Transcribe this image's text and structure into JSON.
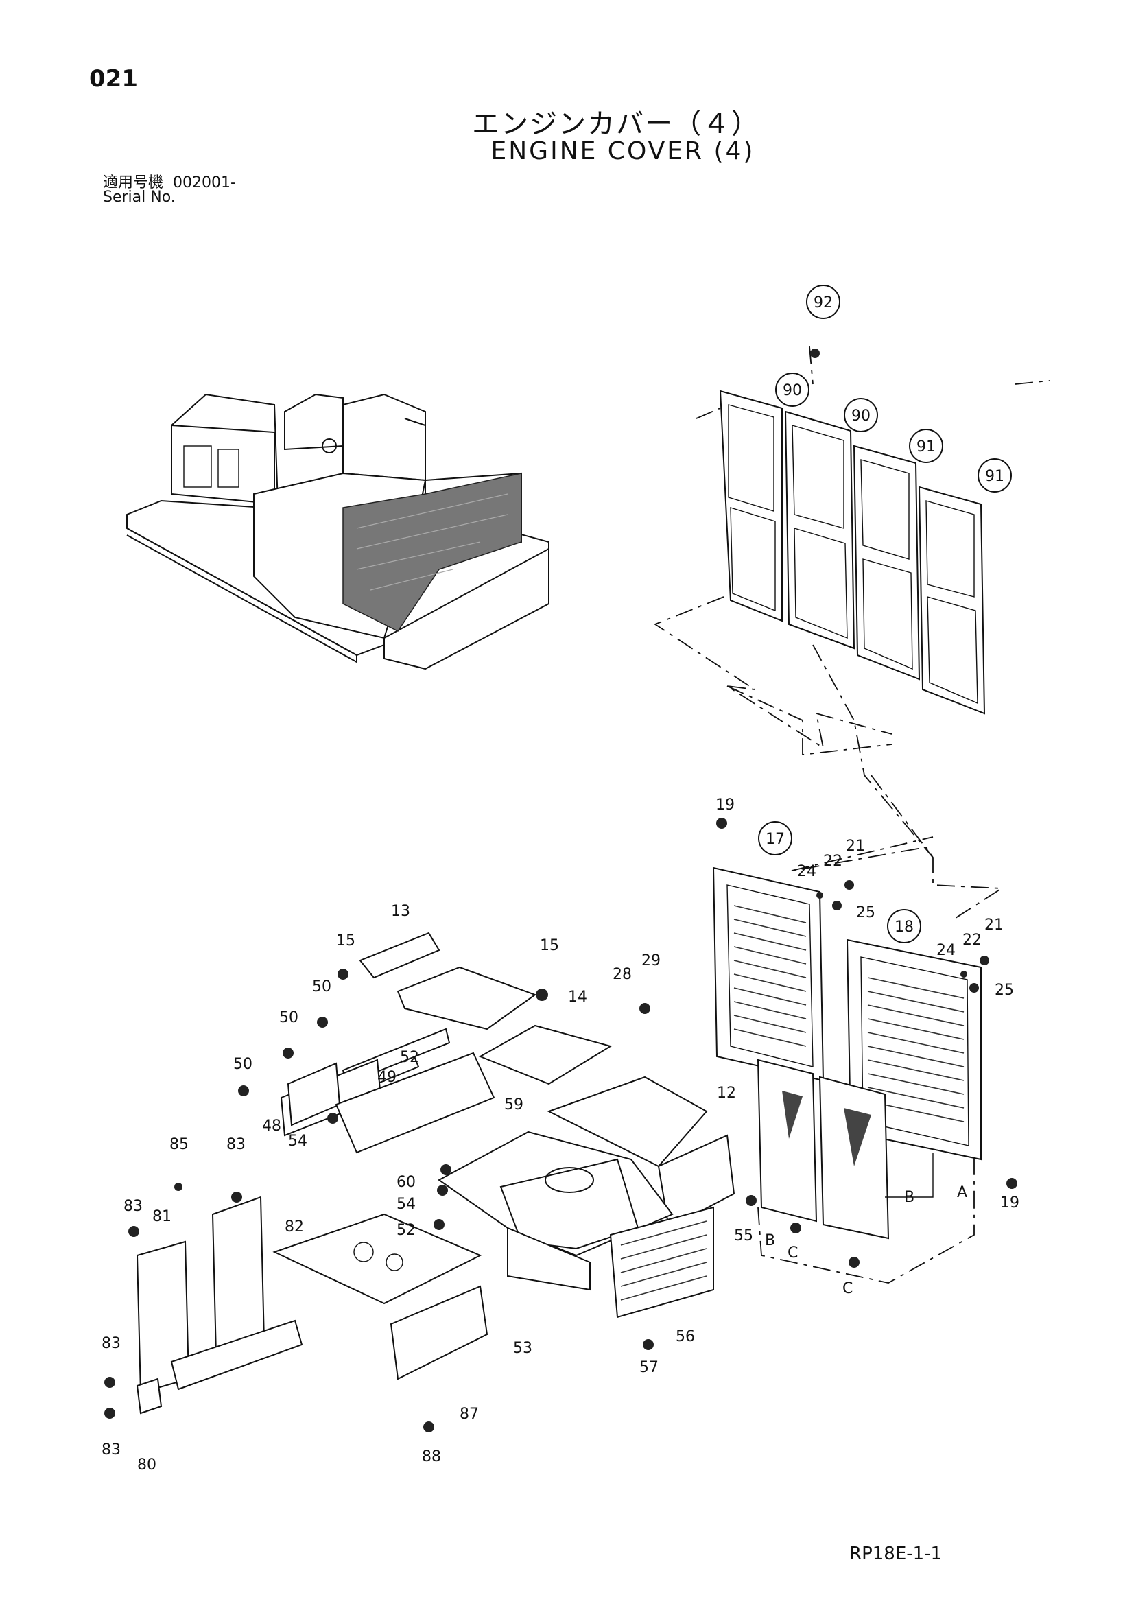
{
  "header": {
    "page_number": "021",
    "title_jp": "エンジンカバー（４）",
    "title_en": "ENGINE COVER (4)",
    "serial_label_jp": "適用号機",
    "serial_value": "002001-",
    "serial_label_en": "Serial No."
  },
  "footer": {
    "code": "RP18E-1-1"
  },
  "callouts": {
    "c92": "92",
    "c90a": "90",
    "c90b": "90",
    "c91a": "91",
    "c91b": "91",
    "c17": "17",
    "c18": "18"
  },
  "labels": {
    "n19a": "19",
    "n21a": "21",
    "n22a": "22",
    "n24a": "24",
    "n25a": "25",
    "n21b": "21",
    "n22b": "22",
    "n24b": "24",
    "n25b": "25",
    "n13": "13",
    "n15a": "15",
    "n15b": "15",
    "n28": "28",
    "n29": "29",
    "n14": "14",
    "n50a": "50",
    "n50b": "50",
    "n50c": "50",
    "n52a": "52",
    "n49": "49",
    "n48": "48",
    "n54a": "54",
    "n12": "12",
    "n59": "59",
    "n85": "85",
    "n83a": "83",
    "n83b": "83",
    "n81": "81",
    "n82": "82",
    "n60": "60",
    "n54b": "54",
    "n52b": "52",
    "n55": "55",
    "nB1": "B",
    "nB2": "B",
    "nA": "A",
    "n19b": "19",
    "nC1": "C",
    "nC2": "C",
    "n56": "56",
    "n57": "57",
    "n53": "53",
    "n83c": "83",
    "n83d": "83",
    "n80": "80",
    "n87": "87",
    "n88": "88"
  }
}
